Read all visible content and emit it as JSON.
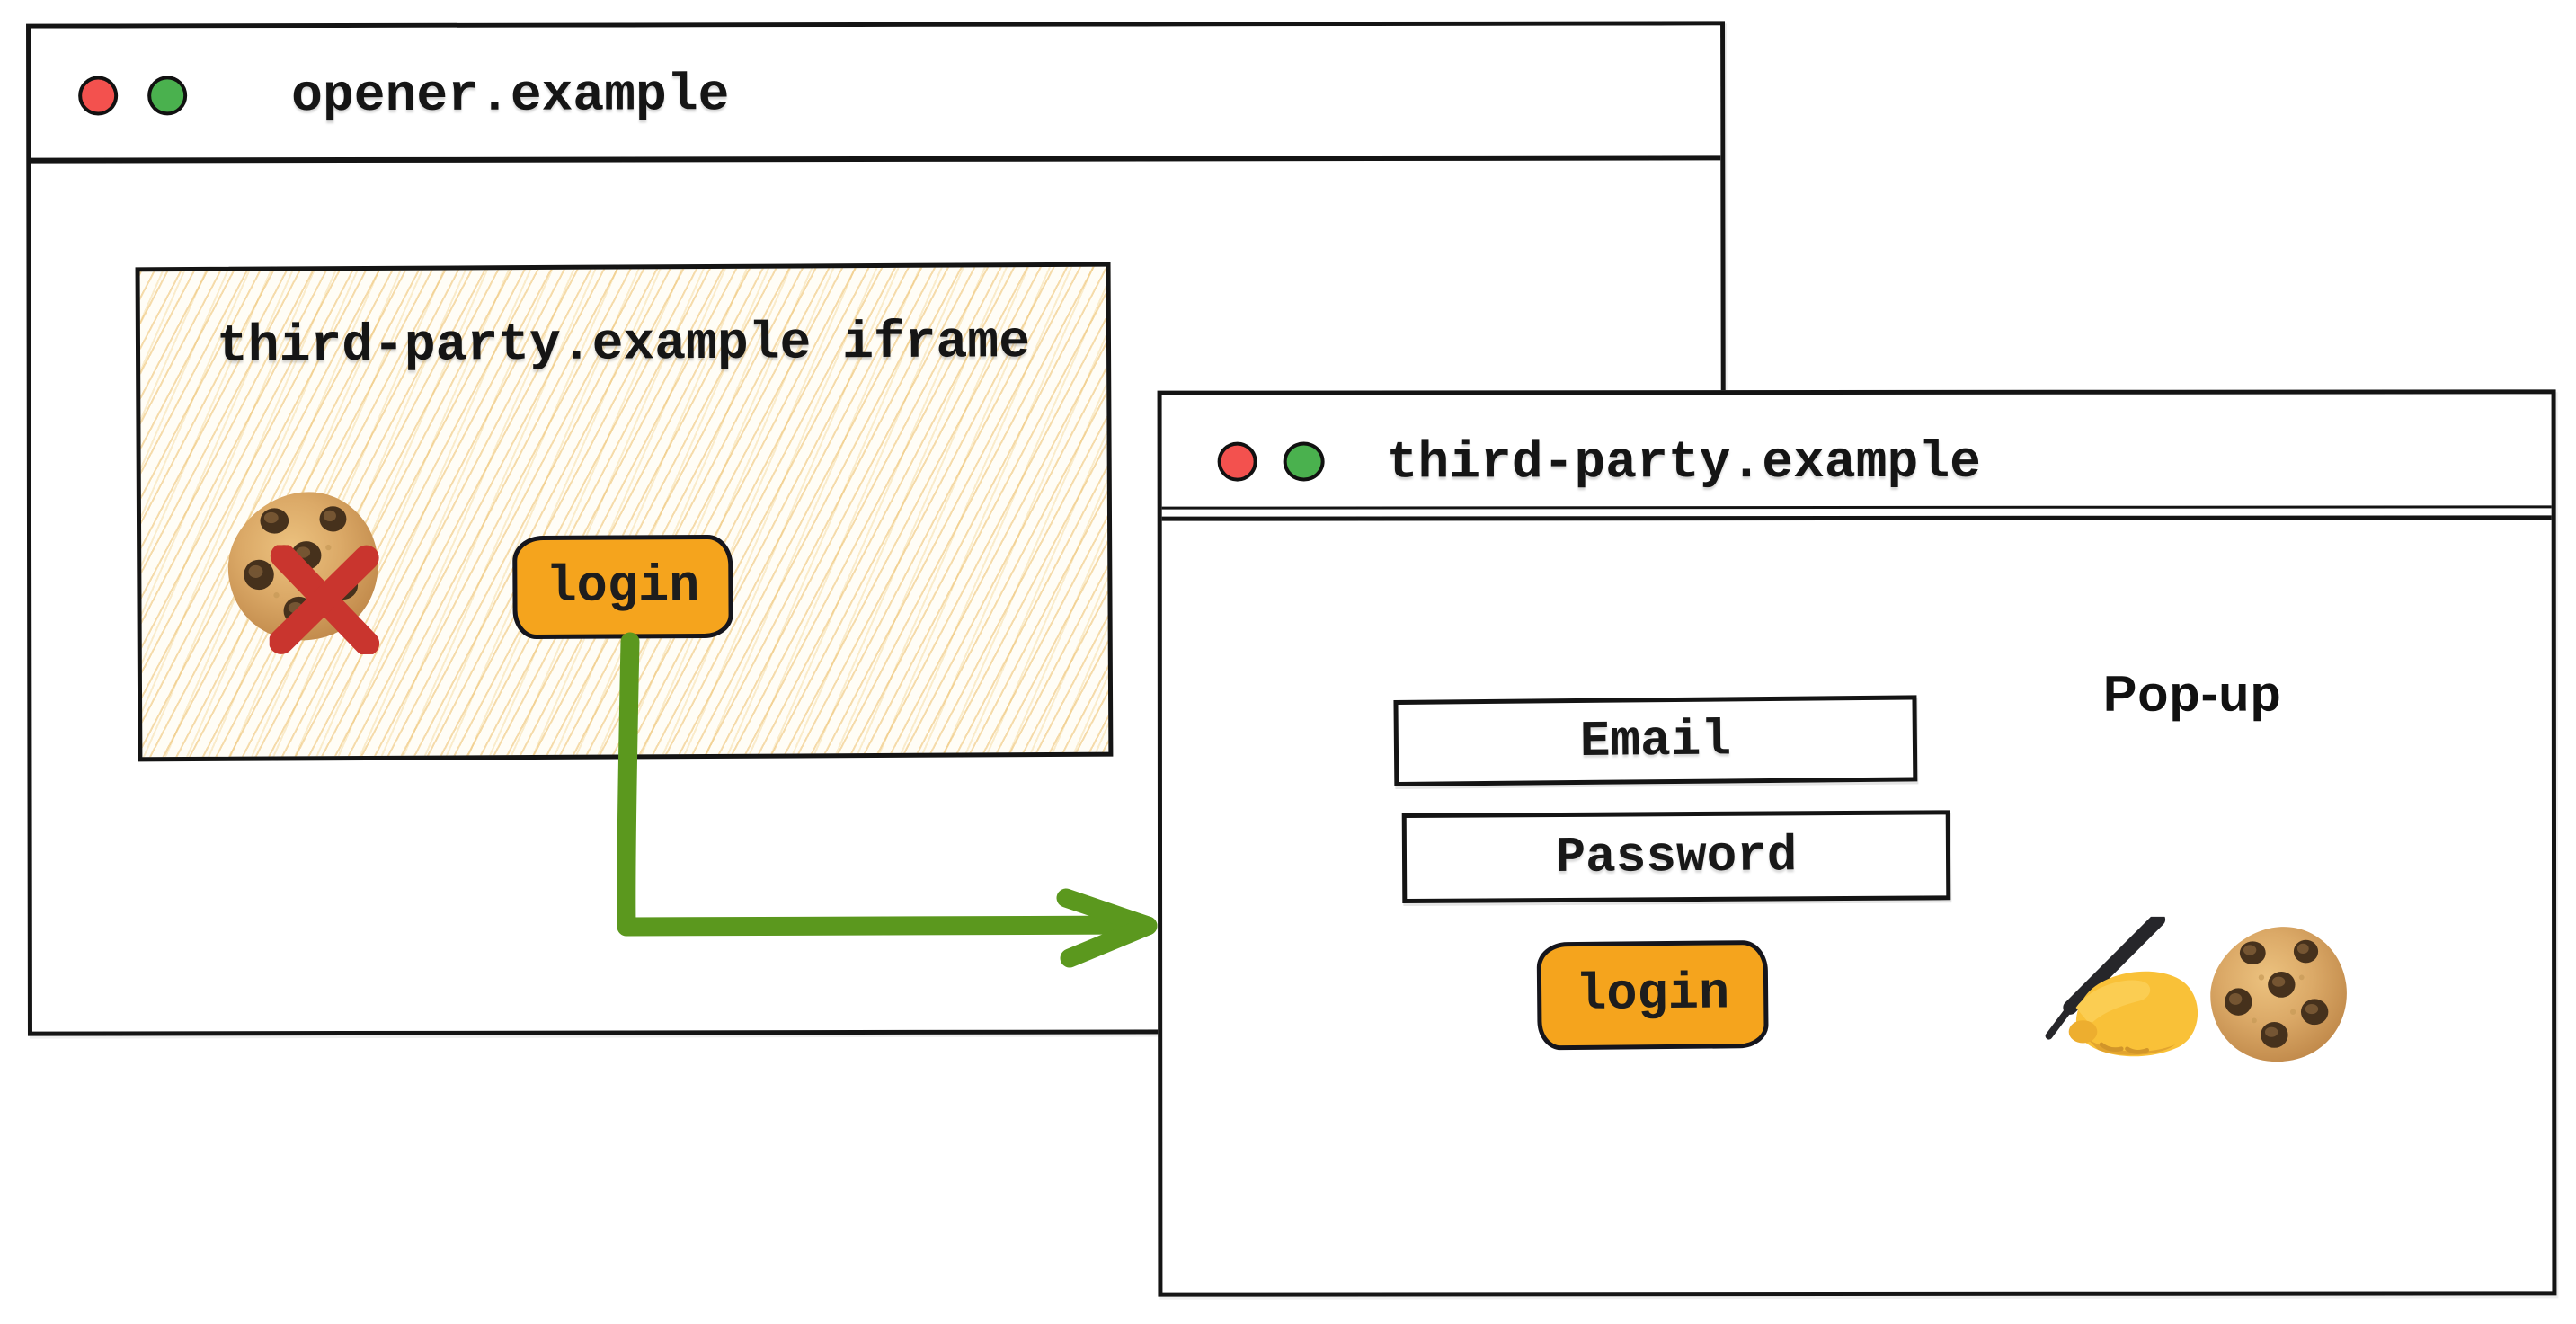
{
  "diagram": {
    "opener_window": {
      "title": "opener.example",
      "iframe": {
        "label": "third-party.example iframe",
        "login_button_label": "login",
        "blocked_cookie_icon": "cookie-icon-with-red-x"
      }
    },
    "popup_window": {
      "title": "third-party.example",
      "popup_label": "Pop-up",
      "email_field_label": "Email",
      "password_field_label": "Password",
      "login_button_label": "login",
      "decoration_icons": [
        "writing-hand-icon",
        "cookie-icon"
      ]
    },
    "flow_arrow": {
      "from": "iframe login button",
      "to": "popup window",
      "color": "#5b981e"
    },
    "colors": {
      "button_orange": "#f5a41d",
      "arrow_green": "#5b981e",
      "blocked_x_red": "#c9352e",
      "traffic_red": "#f3514e",
      "traffic_green": "#4ab14e",
      "hatch_yellow": "#eebc62",
      "border_black": "#141414"
    }
  }
}
